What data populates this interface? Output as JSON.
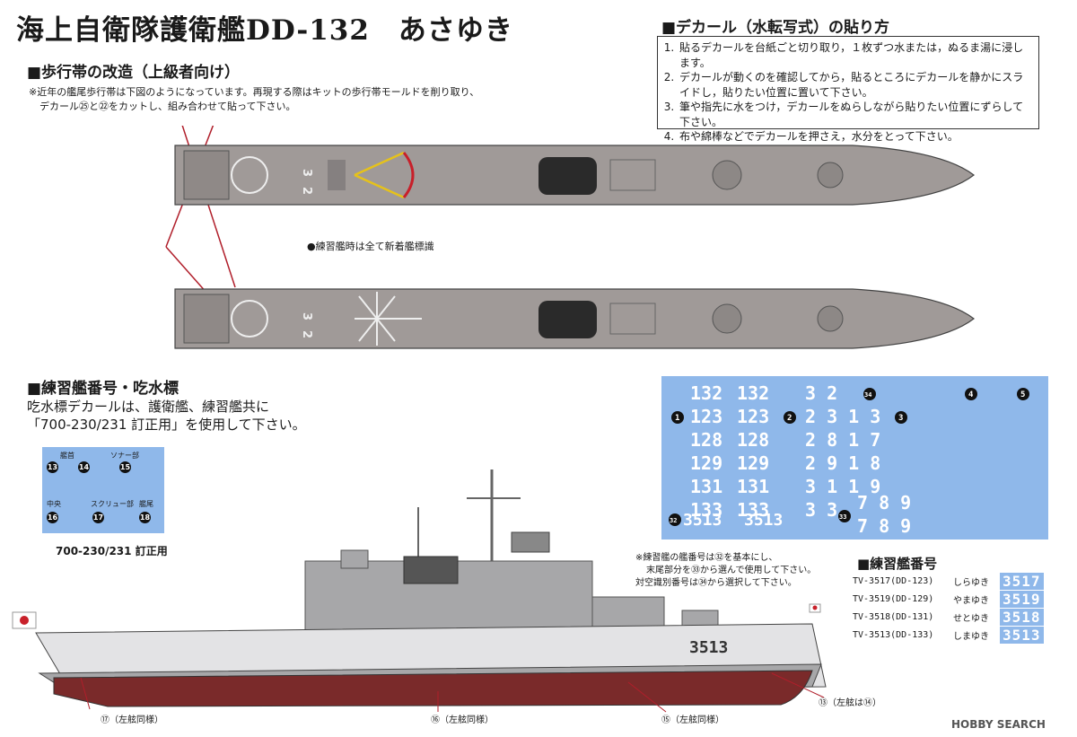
{
  "title": "海上自衛隊護衛艦DD-132　あさゆき",
  "walkway": {
    "heading": "■歩行帯の改造（上級者向け）",
    "note_line1": "※近年の艦尾歩行帯は下図のようになっています。再現する際はキットの歩行帯モールドを削り取り、",
    "note_line2": "デカール㉕と㉒をカットし、組み合わせて貼って下さい。",
    "training_note": "●練習艦時は全て新着艦標識",
    "deck_number": "32"
  },
  "decal_howto": {
    "heading": "■デカール（水転写式）の貼り方",
    "steps": [
      "貼るデカールを台紙ごと切り取り，１枚ずつ水または，ぬるま湯に浸します。",
      "デカールが動くのを確認してから，貼るところにデカールを静かにスライドし，貼りたい位置に置いて下さい。",
      "筆や指先に水をつけ，デカールをぬらしながら貼りたい位置にずらして下さい。",
      "布や綿棒などでデカールを押さえ，水分をとって下さい。"
    ]
  },
  "draft": {
    "heading": "■練習艦番号・吃水標",
    "text_line1": "吃水標デカールは、護衛艦、練習艦共に",
    "text_line2": "「700-230/231 訂正用」を使用して下さい。",
    "sheet_labels": {
      "bow": "艦首",
      "sonar": "ソナー部",
      "center": "中央",
      "screw": "スクリュー部",
      "stern": "艦尾"
    },
    "sheet_caption": "700-230/231 訂正用"
  },
  "decal_sheet": {
    "rows": [
      {
        "marker": "",
        "a": "132",
        "b": "132",
        "c": "3 2",
        "tag": "34"
      },
      {
        "marker": "1",
        "a": "123",
        "b": "123",
        "marker2": "2",
        "c": "2 3 1 3",
        "marker3": "3"
      },
      {
        "marker": "",
        "a": "128",
        "b": "128",
        "c": "2 8 1 7"
      },
      {
        "marker": "",
        "a": "129",
        "b": "129",
        "c": "2 9 1 8"
      },
      {
        "marker": "",
        "a": "131",
        "b": "131",
        "c": "3 1 1 9"
      },
      {
        "marker": "",
        "a": "133",
        "b": "133",
        "c": "3 3",
        "d": "7 8 9"
      },
      {
        "marker": "32",
        "a": "3513",
        "b": "3513",
        "marker2": "33",
        "d": "7 8 9"
      }
    ],
    "extra_markers": [
      "4",
      "5"
    ]
  },
  "training_ships": {
    "note_line1": "※練習艦の艦番号は㉜を基本にし、",
    "note_line2": "末尾部分を㉝から選んで使用して下さい。",
    "note_line3": "対空識別番号は㉞から選択して下さい。",
    "heading": "■練習艦番号",
    "rows": [
      {
        "code": "TV-3517(DD-123)",
        "name": "しらゆき",
        "number": "3517"
      },
      {
        "code": "TV-3519(DD-129)",
        "name": "やまゆき",
        "number": "3519"
      },
      {
        "code": "TV-3518(DD-131)",
        "name": "せとゆき",
        "number": "3518"
      },
      {
        "code": "TV-3513(DD-133)",
        "name": "しまゆき",
        "number": "3513"
      }
    ]
  },
  "side_view": {
    "hull_number": "3513",
    "callouts": [
      {
        "num": "⑰",
        "text": "（左舷同様）"
      },
      {
        "num": "⑯",
        "text": "（左舷同様）"
      },
      {
        "num": "⑮",
        "text": "（左舷同様）"
      },
      {
        "num": "⑬",
        "text": "（左舷は⑭）"
      }
    ]
  },
  "watermark": "HOBBY SEARCH",
  "colors": {
    "hull_gray": "#a7a7a9",
    "deck": "#a09a98",
    "red_hull": "#7a2a2a",
    "decal_blue": "#8fb8ea"
  }
}
